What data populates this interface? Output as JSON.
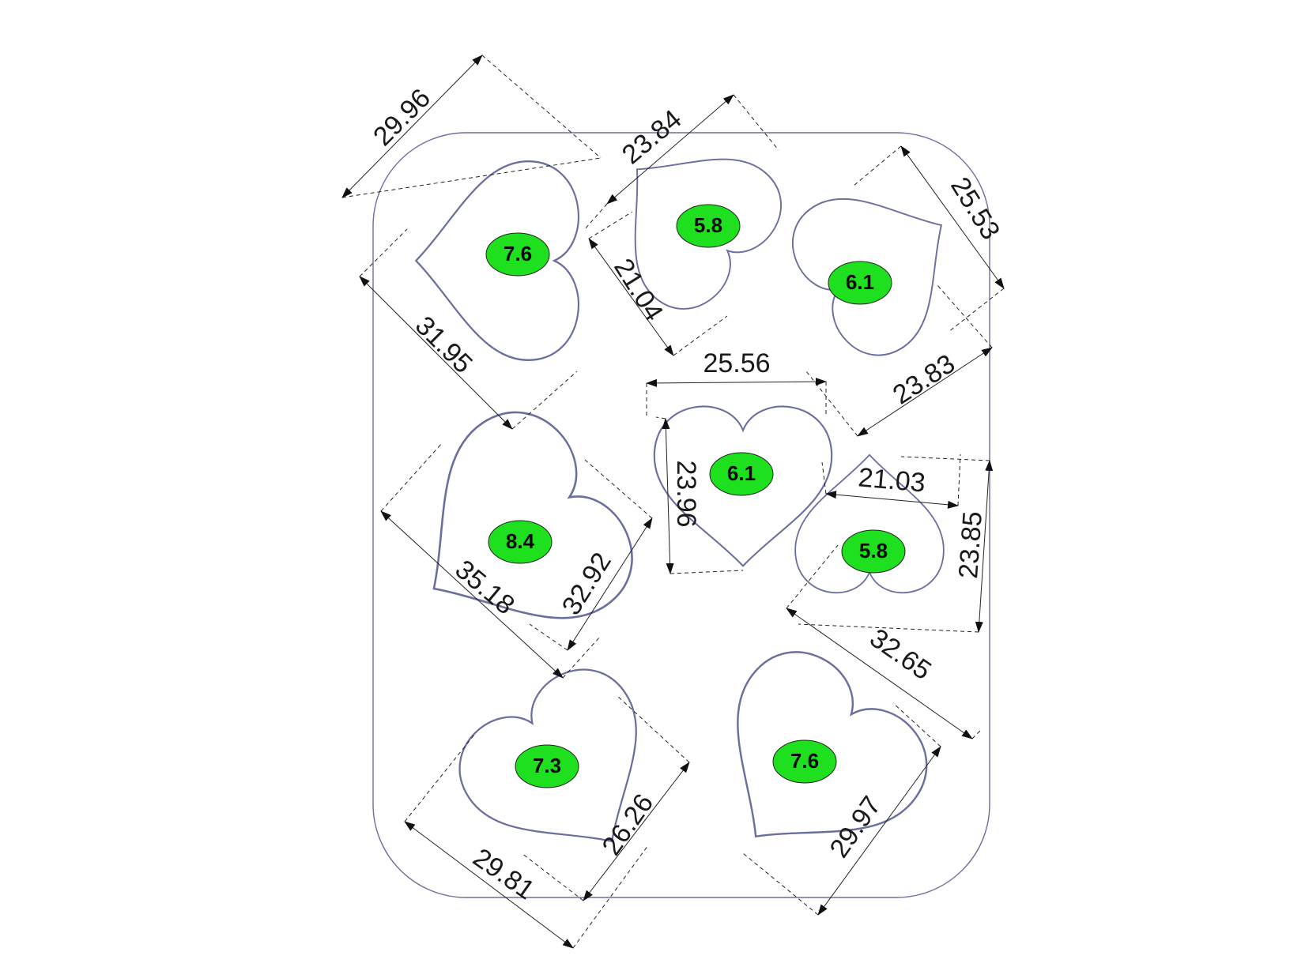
{
  "colors": {
    "badge_fill": "#1ee01e",
    "outline": "#6b6f9e",
    "dimension_line": "#222222",
    "background": "#ffffff"
  },
  "hearts": [
    {
      "id": "top-left",
      "value": "7.6",
      "dims": [
        "29.96",
        "31.95"
      ]
    },
    {
      "id": "top-middle",
      "value": "5.8",
      "dims": [
        "23.84",
        "21.04"
      ]
    },
    {
      "id": "top-right",
      "value": "6.1",
      "dims": [
        "25.53",
        "23.83"
      ]
    },
    {
      "id": "center",
      "value": "6.1",
      "dims": [
        "25.56",
        "23.96"
      ]
    },
    {
      "id": "middle-left",
      "value": "8.4",
      "dims": [
        "35.18",
        "32.92"
      ]
    },
    {
      "id": "middle-right",
      "value": "5.8",
      "dims": [
        "21.03",
        "23.85"
      ]
    },
    {
      "id": "bottom-left",
      "value": "7.3",
      "dims": [
        "29.81",
        "26.26"
      ]
    },
    {
      "id": "bottom-right",
      "value": "7.6",
      "dims": [
        "32.65",
        "29.97"
      ]
    }
  ]
}
